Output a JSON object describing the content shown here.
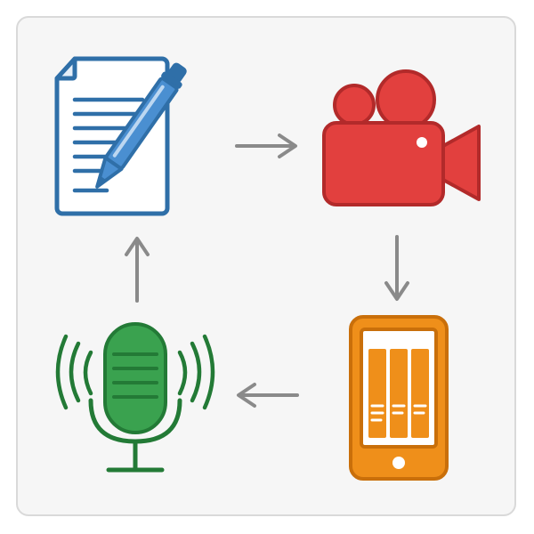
{
  "diagram": {
    "type": "cycle",
    "nodes": [
      {
        "id": "script",
        "icon": "document-pen-icon",
        "color": "#2f6fa8"
      },
      {
        "id": "video",
        "icon": "video-camera-icon",
        "color": "#e2403e"
      },
      {
        "id": "mobile",
        "icon": "smartphone-icon",
        "color": "#ef8f1a"
      },
      {
        "id": "podcast",
        "icon": "microphone-icon",
        "color": "#2e9a43"
      }
    ],
    "flow": [
      {
        "from": "script",
        "to": "video",
        "direction": "right"
      },
      {
        "from": "video",
        "to": "mobile",
        "direction": "down"
      },
      {
        "from": "mobile",
        "to": "podcast",
        "direction": "left"
      },
      {
        "from": "podcast",
        "to": "script",
        "direction": "up"
      }
    ],
    "arrow_color": "#8a8a8a",
    "background": "#f6f6f6"
  }
}
